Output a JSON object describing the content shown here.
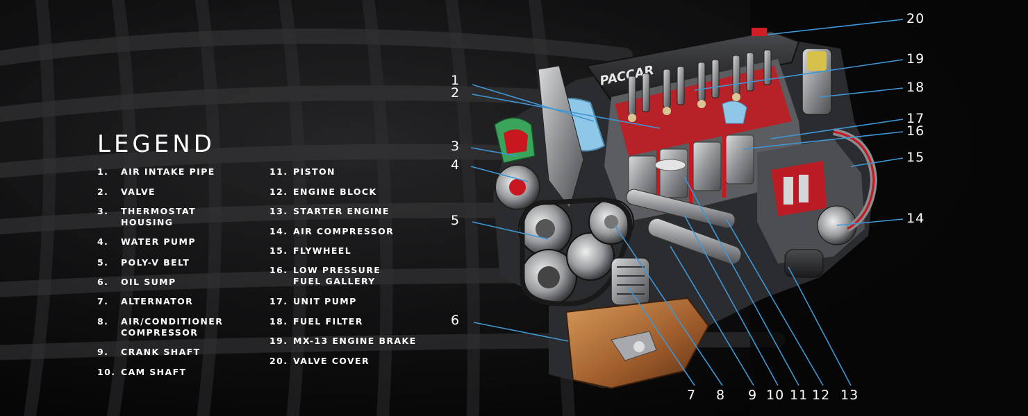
{
  "legend": {
    "title": "LEGEND",
    "items": [
      {
        "num": "1.",
        "label": "AIR INTAKE PIPE"
      },
      {
        "num": "2.",
        "label": "VALVE"
      },
      {
        "num": "3.",
        "label": "THERMOSTAT\nHOUSING"
      },
      {
        "num": "4.",
        "label": "WATER PUMP"
      },
      {
        "num": "5.",
        "label": "POLY-V BELT"
      },
      {
        "num": "6.",
        "label": "OIL SUMP"
      },
      {
        "num": "7.",
        "label": "ALTERNATOR"
      },
      {
        "num": "8.",
        "label": "AIR/CONDITIONER\nCOMPRESSOR"
      },
      {
        "num": "9.",
        "label": "CRANK SHAFT"
      },
      {
        "num": "10.",
        "label": "CAM SHAFT"
      },
      {
        "num": "11.",
        "label": "PISTON"
      },
      {
        "num": "12.",
        "label": "ENGINE BLOCK"
      },
      {
        "num": "13.",
        "label": "STARTER ENGINE"
      },
      {
        "num": "14.",
        "label": "AIR COMPRESSOR"
      },
      {
        "num": "15.",
        "label": "FLYWHEEL"
      },
      {
        "num": "16.",
        "label": "LOW PRESSURE\nFUEL GALLERY"
      },
      {
        "num": "17.",
        "label": "UNIT PUMP"
      },
      {
        "num": "18.",
        "label": "FUEL FILTER"
      },
      {
        "num": "19.",
        "label": "MX-13 ENGINE BRAKE"
      },
      {
        "num": "20.",
        "label": "VALVE COVER"
      }
    ]
  },
  "callouts": [
    "1",
    "2",
    "3",
    "4",
    "5",
    "6",
    "7",
    "8",
    "9",
    "10",
    "11",
    "12",
    "13",
    "14",
    "15",
    "16",
    "17",
    "18",
    "19",
    "20"
  ],
  "engine": {
    "brand": "PACCAR"
  },
  "colors": {
    "background": "#0b0b0c",
    "leader_line": "#3f97d6",
    "cutaway_red": "#c8171e",
    "oil_sump": "#b8743a",
    "intake_blue": "#8fc7e8",
    "text": "#ffffff"
  }
}
